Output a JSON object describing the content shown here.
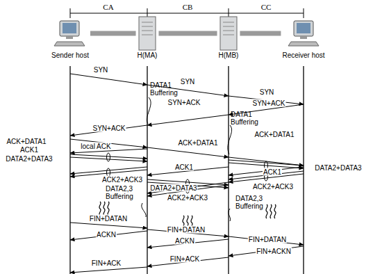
{
  "diagram": {
    "nodes": [
      {
        "text": [
          "Sender host"
        ]
      },
      {
        "text": [
          "H(MA)"
        ]
      },
      {
        "text": [
          "H(MB)"
        ]
      },
      {
        "text": [
          "Receiver host"
        ]
      }
    ],
    "edges": [
      {
        "from": 0,
        "to": 1,
        "arrow": "none"
      },
      {
        "from": 1,
        "to": 2,
        "arrow": "none"
      },
      {
        "from": 2,
        "to": 3,
        "arrow": "none"
      }
    ],
    "labels": [
      "CA",
      "CB",
      "CC",
      "SYN",
      "SYN",
      "SYN",
      "DATA1 Buffering",
      "SYN+ACK",
      "SYN+ACK",
      "SYN+ACK",
      "DATA1 Buffering",
      "ACK+DATA1",
      "ACK+DATA1",
      "local ACK",
      "ACK1",
      "ACK+DATA1",
      "DATA2+DATA3",
      "ACK1",
      "ACK1",
      "ACK2+ACK3",
      "DATA2,3 Buffering",
      "DATA2+DATA3",
      "DATA2+DATA3",
      "ACK2+ACK3",
      "ACK2+ACK3",
      "DATA2,3 Buffering",
      "FIN+DATAN",
      "FIN+DATAN",
      "FIN+DATAN",
      "ACKN",
      "ACKN",
      "FIN+ACKN",
      "FIN+ACK",
      "FIN+ACK"
    ]
  }
}
